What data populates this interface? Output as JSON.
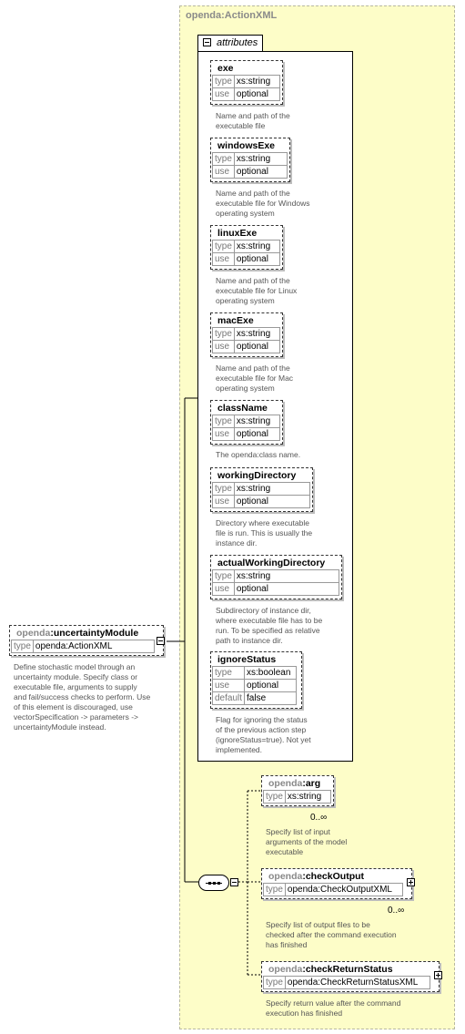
{
  "root": {
    "prefix": "openda",
    "name": ":uncertaintyModule",
    "type_key": "type",
    "type_val": "openda:ActionXML",
    "desc": [
      "Define stochastic model through an",
      "uncertainty module. Specify class or",
      "executable file, arguments to supply",
      "and fail/success checks to perform. Use",
      "of this element is discouraged, use",
      "vectorSpecification -> parameters ->",
      "uncertaintyModule instead."
    ]
  },
  "complex_type": {
    "title": "openda:ActionXML"
  },
  "attributes_label": "attributes",
  "attributes": [
    {
      "name": "exe",
      "rows": [
        [
          "type",
          "xs:string"
        ],
        [
          "use",
          "optional"
        ]
      ],
      "desc": [
        "Name and path of the",
        "executable file"
      ]
    },
    {
      "name": "windowsExe",
      "rows": [
        [
          "type",
          "xs:string"
        ],
        [
          "use",
          "optional"
        ]
      ],
      "desc": [
        "Name and path of the",
        "executable file for Windows",
        "operating system"
      ]
    },
    {
      "name": "linuxExe",
      "rows": [
        [
          "type",
          "xs:string"
        ],
        [
          "use",
          "optional"
        ]
      ],
      "desc": [
        "Name and path of the",
        "executable file for Linux",
        "operating system"
      ]
    },
    {
      "name": "macExe",
      "rows": [
        [
          "type",
          "xs:string"
        ],
        [
          "use",
          "optional"
        ]
      ],
      "desc": [
        "Name and path of the",
        "executable file for Mac",
        "operating system"
      ]
    },
    {
      "name": "className",
      "rows": [
        [
          "type",
          "xs:string"
        ],
        [
          "use",
          "optional"
        ]
      ],
      "desc": [
        "The openda:class name."
      ]
    },
    {
      "name": "workingDirectory",
      "rows": [
        [
          "type",
          "xs:string"
        ],
        [
          "use",
          "optional"
        ]
      ],
      "desc": [
        "Directory where executable",
        "file is run. This is usually the",
        "instance dir."
      ]
    },
    {
      "name": "actualWorkingDirectory",
      "rows": [
        [
          "type",
          "xs:string"
        ],
        [
          "use",
          "optional"
        ]
      ],
      "desc": [
        "Subdirectory of instance dir,",
        "where executable file has to be",
        "run. To be specified as relative",
        "path to instance dir."
      ]
    },
    {
      "name": "ignoreStatus",
      "rows": [
        [
          "type",
          "xs:boolean"
        ],
        [
          "use",
          "optional"
        ],
        [
          "default",
          "false"
        ]
      ],
      "desc": [
        "Flag for ignoring the status",
        "of the previous action step",
        "(ignoreStatus=true). Not yet",
        "implemented."
      ]
    }
  ],
  "children": [
    {
      "prefix": "openda",
      "name": ":arg",
      "type_key": "type",
      "type_val": "xs:string",
      "occurs": "0..∞",
      "desc": [
        "Specify list of  input",
        "arguments of the model",
        "executable"
      ]
    },
    {
      "prefix": "openda",
      "name": ":checkOutput",
      "type_key": "type",
      "type_val": "openda:CheckOutputXML",
      "occurs": "0..∞",
      "desc": [
        "Specify list of output files to be",
        "checked after the command execution",
        "has finished"
      ]
    },
    {
      "prefix": "openda",
      "name": ":checkReturnStatus",
      "type_key": "type",
      "type_val": "openda:CheckReturnStatusXML",
      "desc": [
        "Specify return value after the command",
        "execution has finished"
      ]
    }
  ]
}
